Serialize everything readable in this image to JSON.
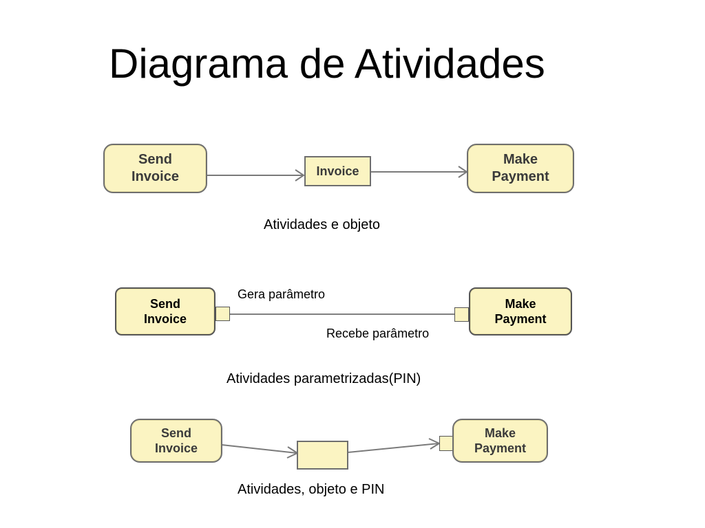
{
  "title": "Diagrama de Atividades",
  "diagram1": {
    "send": [
      "Send",
      "Invoice"
    ],
    "object": "Invoice",
    "make": [
      "Make",
      "Payment"
    ],
    "caption": "Atividades e objeto"
  },
  "diagram2": {
    "send": [
      "Send",
      "Invoice"
    ],
    "make": [
      "Make",
      "Payment"
    ],
    "label_out": "Gera parâmetro",
    "label_in": "Recebe parâmetro",
    "caption": "Atividades parametrizadas(PIN)"
  },
  "diagram3": {
    "send": [
      "Send",
      "Invoice"
    ],
    "make": [
      "Make",
      "Payment"
    ],
    "caption": "Atividades, objeto e PIN"
  },
  "colors": {
    "fill": "#fbf4c2",
    "stroke": "#6e6e6e",
    "arrow": "#7a7a7a"
  }
}
